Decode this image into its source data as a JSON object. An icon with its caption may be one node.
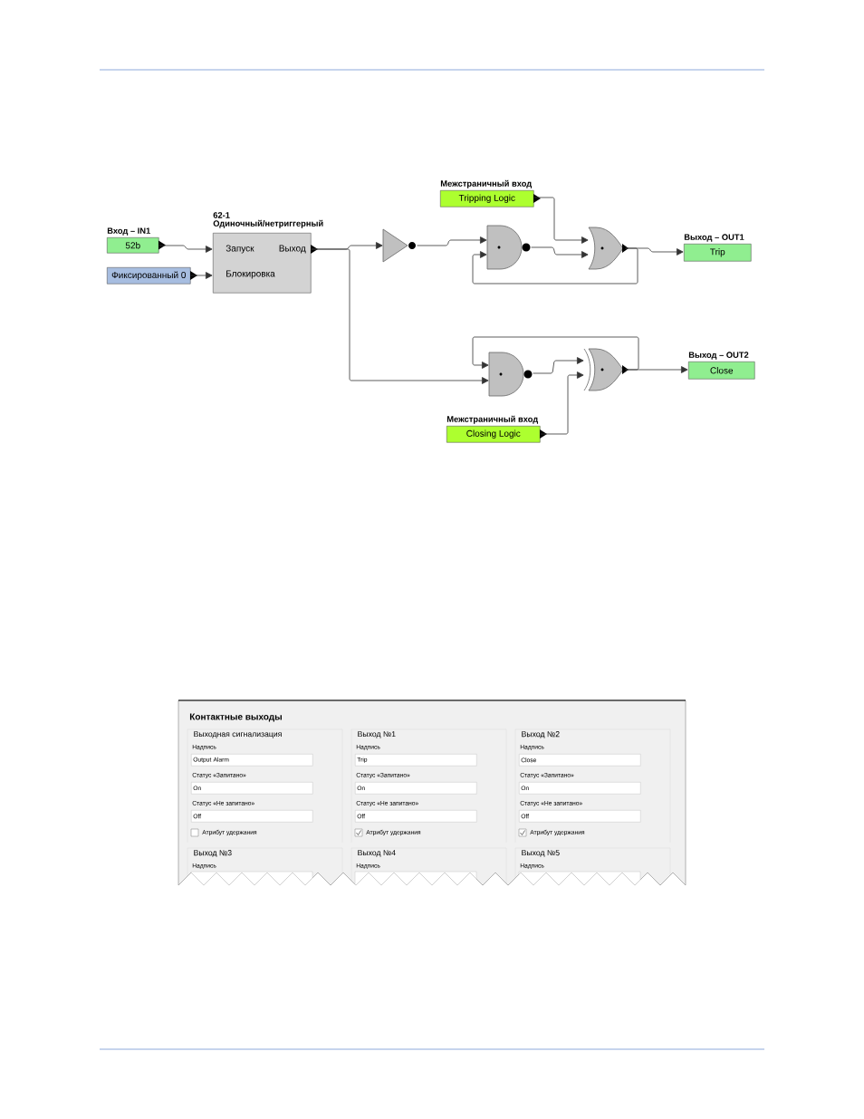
{
  "diagram": {
    "nodes": [
      {
        "text": [
          "Вход – IN1",
          "52b"
        ]
      },
      {
        "text": [
          "Фиксированный 0"
        ]
      },
      {
        "text": [
          "62-1",
          "Одиночный/нетриггерный",
          "Запуск",
          "Выход",
          "Блокировка"
        ]
      },
      {
        "text": [],
        "shape": "not"
      },
      {
        "text": [],
        "shape": "nand"
      },
      {
        "text": [],
        "shape": "or"
      },
      {
        "text": [
          "Межстраничный вход",
          "Tripping Logic"
        ]
      },
      {
        "text": [
          "Выход – OUT1",
          "Trip"
        ]
      },
      {
        "text": [],
        "shape": "nand"
      },
      {
        "text": [],
        "shape": "xor"
      },
      {
        "text": [
          "Межстраничный вход",
          "Closing Logic"
        ]
      },
      {
        "text": [
          "Выход – OUT2",
          "Close"
        ]
      },
      {
        "text": [
          "Контактные выходы"
        ]
      },
      {
        "text": [
          "Выходная сигнализация",
          "Надпись",
          "Статус «Запитано»",
          "Статус «Не запитано»",
          "Атрибут удержания"
        ],
        "in": 12
      },
      {
        "text": [
          "Output Alarm"
        ],
        "in": 13
      },
      {
        "text": [
          "On"
        ],
        "in": 13
      },
      {
        "text": [
          "Off"
        ],
        "in": 13
      },
      {
        "text": [
          "Выход №1",
          "Надпись",
          "Статус «Запитано»",
          "Статус «Не запитано»",
          "Атрибут удержания"
        ],
        "in": 12
      },
      {
        "text": [
          "Trip"
        ],
        "in": 17
      },
      {
        "text": [
          "On"
        ],
        "in": 17
      },
      {
        "text": [
          "Off"
        ],
        "in": 17
      },
      {
        "text": [
          "Выход №2",
          "Надпись",
          "Статус «Запитано»",
          "Статус «Не запитано»",
          "Атрибут удержания"
        ],
        "in": 12
      },
      {
        "text": [
          "Close"
        ],
        "in": 21
      },
      {
        "text": [
          "On"
        ],
        "in": 21
      },
      {
        "text": [
          "Off"
        ],
        "in": 21
      },
      {
        "text": [
          "Выход №3",
          "Надпись"
        ],
        "in": 12
      },
      {
        "text": [
          "Выход №4",
          "Надпись"
        ],
        "in": 12
      },
      {
        "text": [
          "Выход №5",
          "Надпись"
        ],
        "in": 12
      }
    ],
    "edges": [
      {
        "from": 0,
        "to": 2,
        "arrow": "to"
      },
      {
        "from": 1,
        "to": 2,
        "arrow": "to"
      },
      {
        "from": 2,
        "to": 3,
        "arrow": "to"
      },
      {
        "from": 2,
        "to": 8,
        "arrow": "to"
      },
      {
        "from": 3,
        "to": 4,
        "arrow": "to"
      },
      {
        "from": 4,
        "to": 5,
        "arrow": "to"
      },
      {
        "from": 6,
        "to": 5,
        "arrow": "to"
      },
      {
        "from": 5,
        "to": 7,
        "arrow": "to"
      },
      {
        "from": 5,
        "to": 4,
        "arrow": "to"
      },
      {
        "from": 8,
        "to": 9,
        "arrow": "to"
      },
      {
        "from": 10,
        "to": 9,
        "arrow": "to"
      },
      {
        "from": 9,
        "to": 11,
        "arrow": "to"
      },
      {
        "from": 9,
        "to": 8,
        "arrow": "to"
      }
    ]
  }
}
